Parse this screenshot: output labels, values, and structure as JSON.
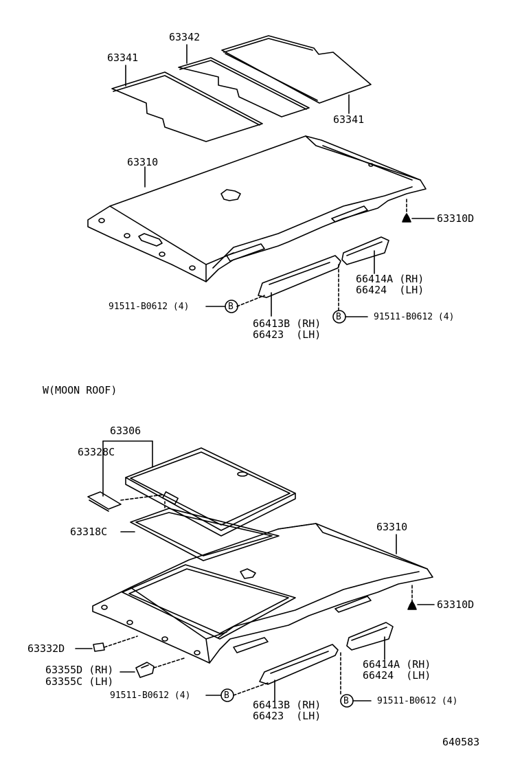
{
  "section_title": "W(MOON ROOF)",
  "figure_number": "640583",
  "bolt_symbol": "B",
  "top": {
    "pad_left": "63341",
    "pad_middle": "63342",
    "pad_right": "63341",
    "headlining": "63310",
    "clip": "63310D",
    "rail_front_rh": "66414A (RH)",
    "rail_front_lh": "66424  (LH)",
    "rail_rear_rh": "66413B (RH)",
    "rail_rear_lh": "66423  (LH)",
    "bolt_left": "91511-B0612 (4)",
    "bolt_right": "91511-B0612 (4)"
  },
  "bottom": {
    "sunshade": "63306",
    "bracket": "63328C",
    "weatherstrip": "63318C",
    "headlining": "63310",
    "clip": "63310D",
    "cap": "63332D",
    "holder_rh": "63355D (RH)",
    "holder_lh": "63355C (LH)",
    "rail_front_rh": "66414A (RH)",
    "rail_front_lh": "66424  (LH)",
    "rail_rear_rh": "66413B (RH)",
    "rail_rear_lh": "66423  (LH)",
    "bolt_left": "91511-B0612 (4)",
    "bolt_right": "91511-B0612 (4)"
  }
}
